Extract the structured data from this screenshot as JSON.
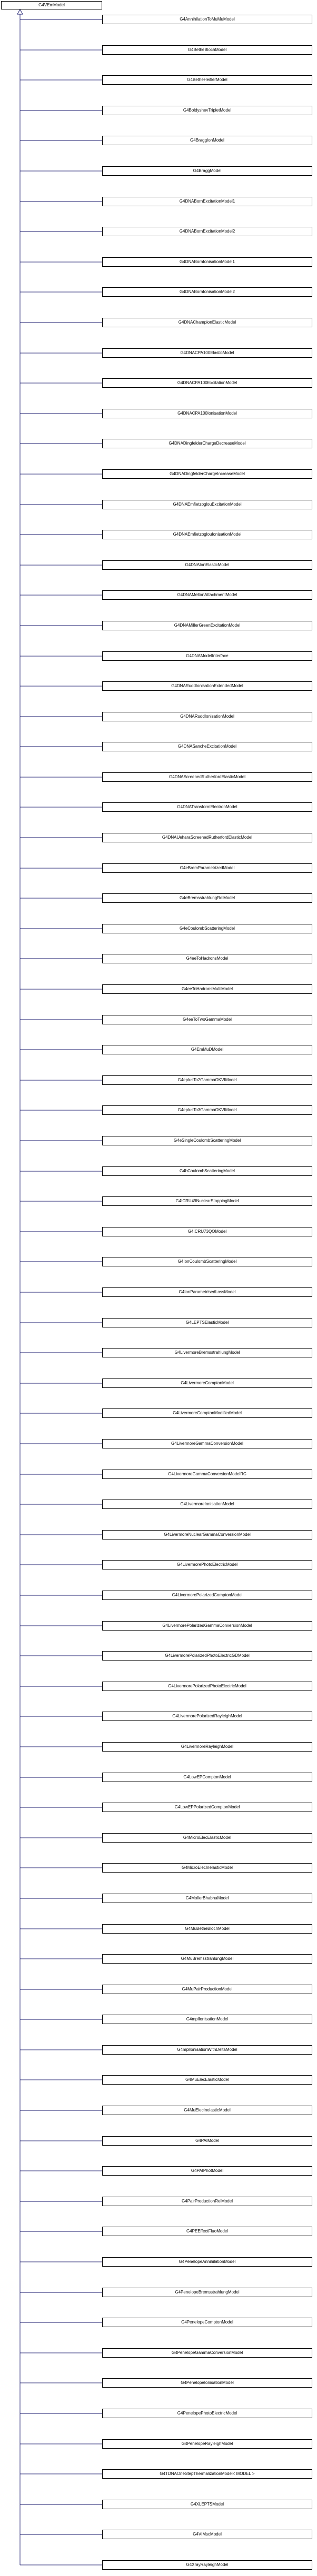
{
  "root": {
    "label": "G4VEmModel"
  },
  "children": [
    "G4AnnihilationToMuMuModel",
    "G4BetheBlochModel",
    "G4BetheHeitlerModel",
    "G4BoldyshevTripletModel",
    "G4BraggIonModel",
    "G4BraggModel",
    "G4DNABornExcitationModel1",
    "G4DNABornExcitationModel2",
    "G4DNABornIonisationModel1",
    "G4DNABornIonisationModel2",
    "G4DNAChampionElasticModel",
    "G4DNACPA100ElasticModel",
    "G4DNACPA100ExcitationModel",
    "G4DNACPA100IonisationModel",
    "G4DNADingfelderChargeDecreaseModel",
    "G4DNADingfelderChargeIncreaseModel",
    "G4DNAEmfietzoglouExcitationModel",
    "G4DNAEmfietzoglouIonisationModel",
    "G4DNAIonElasticModel",
    "G4DNAMeltonAttachmentModel",
    "G4DNAMillerGreenExcitationModel",
    "G4DNAModelInterface",
    "G4DNARuddIonisationExtendedModel",
    "G4DNARuddIonisationModel",
    "G4DNASancheExcitationModel",
    "G4DNAScreenedRutherfordElasticModel",
    "G4DNATransformElectronModel",
    "G4DNAUeharaScreenedRutherfordElasticModel",
    "G4eBremParametrizedModel",
    "G4eBremsstrahlungRelModel",
    "G4eCoulombScatteringModel",
    "G4eeToHadronsModel",
    "G4eeToHadronsMultiModel",
    "G4eeToTwoGammaModel",
    "G4EmMuDModel",
    "G4eplusTo2GammaOKVIModel",
    "G4eplusTo3GammaOKVIModel",
    "G4eSingleCoulombScatteringModel",
    "G4hCoulombScatteringModel",
    "G4ICRU49NuclearStoppingModel",
    "G4ICRU73QOModel",
    "G4IonCoulombScatteringModel",
    "G4IonParametrisedLossModel",
    "G4LEPTSElasticModel",
    "G4LivermoreBremsstrahlungModel",
    "G4LivermoreComptonModel",
    "G4LivermoreComptonModifiedModel",
    "G4LivermoreGammaConversionModel",
    "G4LivermoreGammaConversionModelRC",
    "G4LivermoreIonisationModel",
    "G4LivermoreNuclearGammaConversionModel",
    "G4LivermorePhotoElectricModel",
    "G4LivermorePolarizedComptonModel",
    "G4LivermorePolarizedGammaConversionModel",
    "G4LivermorePolarizedPhotoElectricGDModel",
    "G4LivermorePolarizedPhotoElectricModel",
    "G4LivermorePolarizedRayleighModel",
    "G4LivermoreRayleighModel",
    "G4LowEPComptonModel",
    "G4LowEPPolarizedComptonModel",
    "G4MicroElecElasticModel",
    "G4MicroElecInelasticModel",
    "G4MollerBhabhaModel",
    "G4MuBetheBlochModel",
    "G4MuBremsstrahlungModel",
    "G4MuPairProductionModel",
    "G4mplIonisationModel",
    "G4mplIonisationWithDeltaModel",
    "G4MuElecElasticModel",
    "G4MuElecInelasticModel",
    "G4PAIModel",
    "G4PAIPhotModel",
    "G4PairProductionRelModel",
    "G4PEEffectFluoModel",
    "G4PenelopeAnnihilationModel",
    "G4PenelopeBremsstrahlungModel",
    "G4PenelopeComptonModel",
    "G4PenelopeGammaConversionModel",
    "G4PenelopeIonisationModel",
    "G4PenelopePhotoElectricModel",
    "G4PenelopeRayleighModel",
    "G4TDNAOneStepThermalizationModel< MODEL >",
    "G4XLEPTSModel",
    "G4VIMscModel",
    "G4XrayRayleighModel"
  ]
}
